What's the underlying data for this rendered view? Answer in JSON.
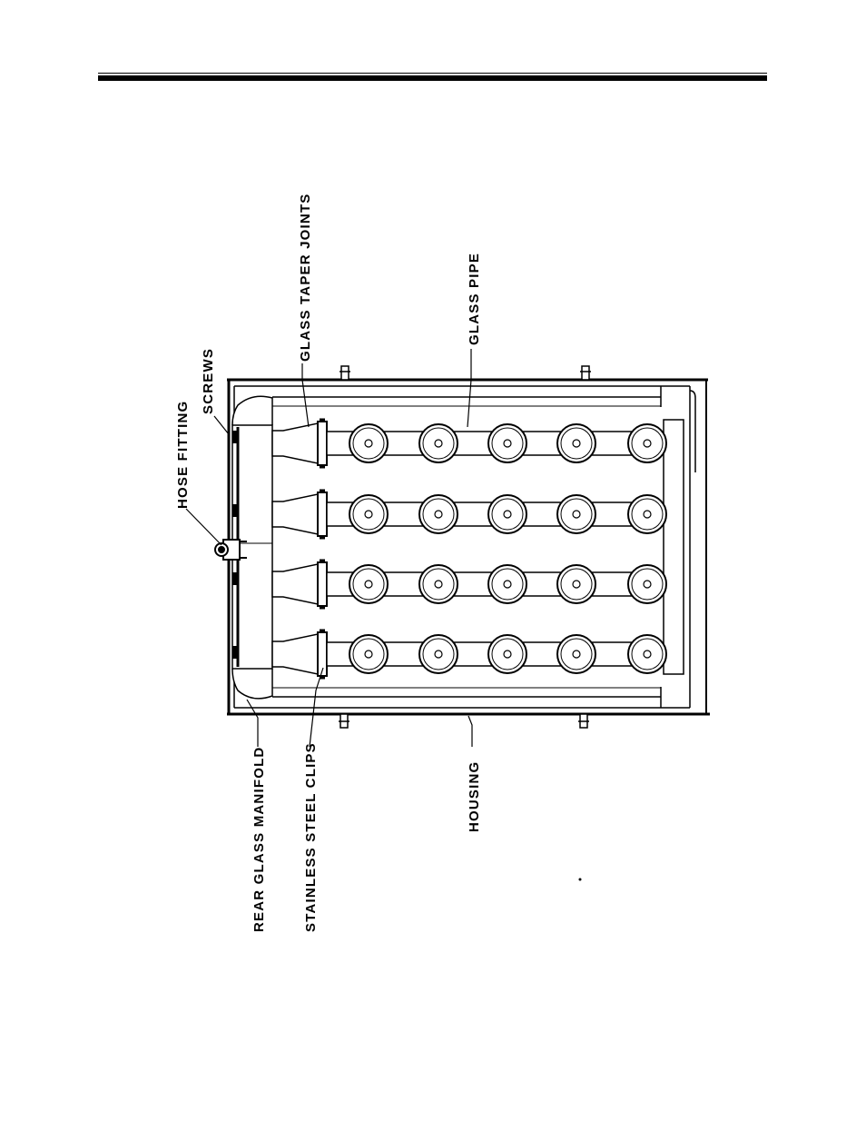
{
  "labels": {
    "glass_taper_joints": "GLASS  TAPER  JOINTS",
    "glass_pipe": "GLASS  PIPE",
    "screws": "SCREWS",
    "hose_fitting": "HOSE  FITTING",
    "rear_glass_manifold": "REAR  GLASS  MANIFOLD",
    "stainless_steel_clips": "STAINLESS  STEEL  CLIPS",
    "housing": "HOUSING"
  },
  "assembly": {
    "pipe_rows": 4,
    "fittings_per_row": 5
  }
}
